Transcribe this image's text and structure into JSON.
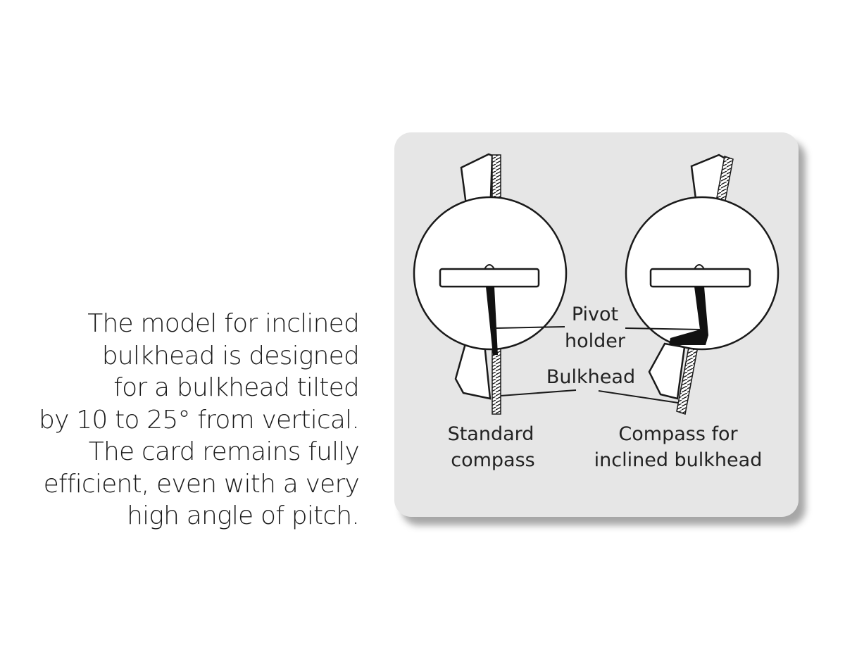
{
  "description": {
    "lines": [
      "The model for inclined",
      "bulkhead is designed",
      "for a bulkhead tilted",
      "by 10 to 25° from vertical.",
      "The card remains fully",
      "efficient, even with a very",
      "high angle of pitch."
    ]
  },
  "diagram": {
    "labels": {
      "pivot_holder_line1": "Pivot",
      "pivot_holder_line2": "holder",
      "bulkhead": "Bulkhead",
      "standard_line1": "Standard",
      "standard_line2": "compass",
      "inclined_line1": "Compass for",
      "inclined_line2": "inclined bulkhead"
    }
  }
}
